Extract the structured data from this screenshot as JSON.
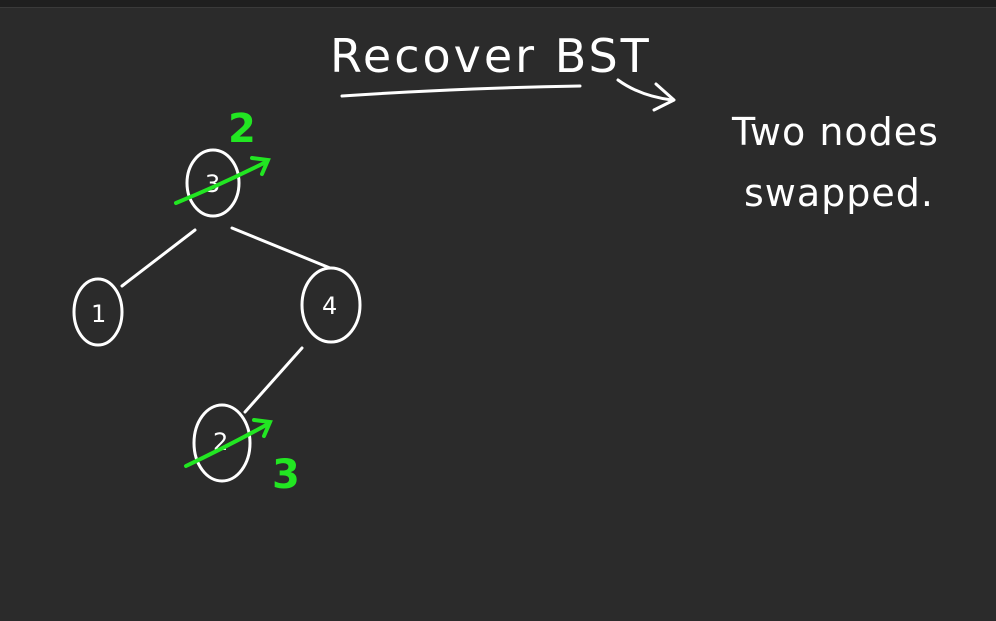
{
  "title": "Recover BST",
  "note": {
    "line1": "Two nodes",
    "line2": "swapped."
  },
  "colors": {
    "background": "#2b2b2b",
    "ink": "#ffffff",
    "correction": "#22e622"
  },
  "tree": {
    "root": {
      "value": "3",
      "corrected": "2"
    },
    "left": {
      "value": "1"
    },
    "right": {
      "value": "4"
    },
    "right_left": {
      "value": "2",
      "corrected": "3"
    }
  }
}
